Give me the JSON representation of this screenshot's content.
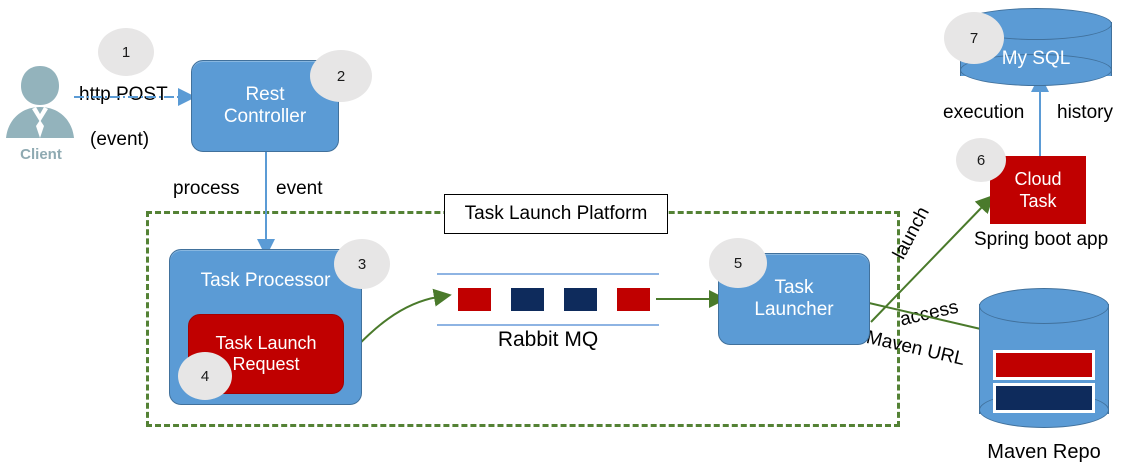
{
  "diagram": {
    "title": "Task Launch Platform",
    "platform_label": "Task Launch Platform"
  },
  "actors": {
    "client": {
      "label": "Client",
      "icon": "user-icon"
    }
  },
  "nodes": {
    "rest_controller": {
      "label_line1": "Rest",
      "label_line2": "Controller",
      "step": "2",
      "color": "#5B9BD5"
    },
    "task_processor": {
      "label": "Task Processor",
      "step": "3",
      "color": "#5B9BD5"
    },
    "task_launch_request": {
      "label_line1": "Task Launch",
      "label_line2": "Request",
      "step": "4",
      "color": "#C00000"
    },
    "task_launcher": {
      "label_line1": "Task",
      "label_line2": "Launcher",
      "step": "5",
      "color": "#5B9BD5"
    },
    "cloud_task": {
      "label_line1": "Cloud",
      "label_line2": "Task",
      "step": "6",
      "caption": "Spring boot app",
      "color": "#C00000"
    },
    "my_sql": {
      "label": "My SQL",
      "step": "7",
      "color": "#5B9BD5"
    },
    "maven_repo": {
      "label": "Maven Repo",
      "color": "#5B9BD5"
    },
    "rabbit_mq": {
      "label": "Rabbit MQ",
      "messages": [
        {
          "color": "#C00000",
          "kind": "red"
        },
        {
          "color": "#0E2B5C",
          "kind": "navy"
        },
        {
          "color": "#0E2B5C",
          "kind": "navy"
        },
        {
          "color": "#C00000",
          "kind": "red"
        }
      ]
    }
  },
  "edges": {
    "http_post": {
      "line1": "http POST",
      "line2": "(event)",
      "step": "1",
      "color": "#5B9BD5"
    },
    "process_event": {
      "line1": "process",
      "line2": "event",
      "color": "#5B9BD5"
    },
    "launch": {
      "label": "launch",
      "color": "#548235"
    },
    "access": {
      "line1": "access",
      "line2": "Maven URL",
      "color": "#548235"
    },
    "execution_history": {
      "line1": "execution",
      "line2": "history",
      "color": "#5B9BD5"
    }
  },
  "colors": {
    "blue": "#5B9BD5",
    "blue_stroke": "#41719C",
    "red": "#C00000",
    "navy": "#0E2B5C",
    "green": "#548235",
    "circle_gray": "#E7E6E6",
    "client_gray": "#93B3BC",
    "rail_blue": "#8EB4E3",
    "background": "#FFFFFF"
  },
  "repo_bars": [
    {
      "color": "#C00000"
    },
    {
      "color": "#0E2B5C"
    }
  ]
}
